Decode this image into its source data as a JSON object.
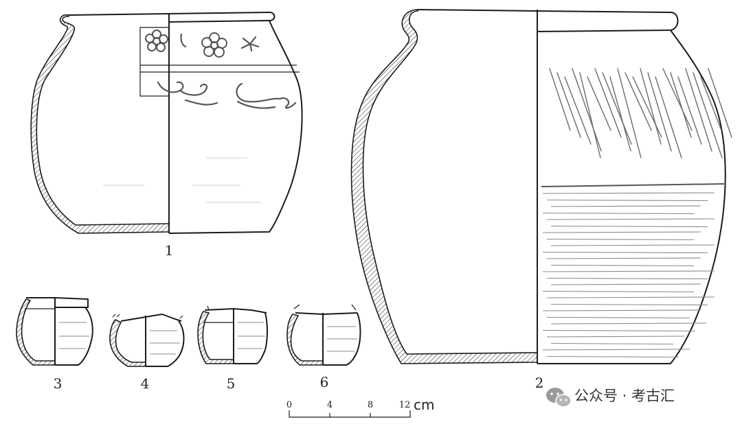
{
  "figures": [
    {
      "id": "1",
      "label": "1"
    },
    {
      "id": "2",
      "label": "2"
    },
    {
      "id": "3",
      "label": "3"
    },
    {
      "id": "4",
      "label": "4"
    },
    {
      "id": "5",
      "label": "5"
    },
    {
      "id": "6",
      "label": "6"
    }
  ],
  "scale_bar": {
    "ticks": [
      "0",
      "4",
      "8",
      "12"
    ],
    "unit": "cm"
  },
  "watermark": {
    "text": "公众号 · 考古汇",
    "icon": "wechat-icon"
  }
}
